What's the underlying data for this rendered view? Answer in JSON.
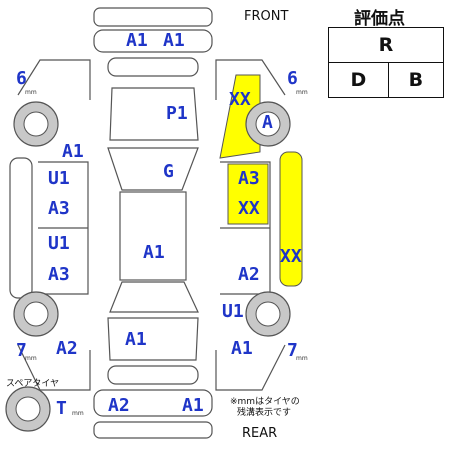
{
  "header": {
    "front": "FRONT",
    "rear": "REAR"
  },
  "grade": {
    "title": "評価点",
    "overall": "R",
    "interior": "D",
    "exterior": "B"
  },
  "tread": {
    "front_left": "6",
    "front_right": "6",
    "rear_left": "7",
    "rear_right": "7",
    "unit": "mm",
    "spare_label": "スペアタイヤ",
    "spare_value": "T"
  },
  "note": {
    "line1": "※mmはタイヤの",
    "line2": "残溝表示です"
  },
  "damage": {
    "front_bumper_left": "A1",
    "front_bumper_right": "A1",
    "windshield_right": "XX",
    "hood": "P1",
    "right_front_fender": "A",
    "left_front_fender": "A1",
    "roof_front": "G",
    "left_front_door_upper": "U1",
    "left_front_door_lower": "A3",
    "right_front_door_upper": "A3",
    "right_front_door_lower": "XX",
    "right_rocker": "XX",
    "left_rear_door_upper": "U1",
    "left_rear_door_lower": "A3",
    "roof": "A1",
    "right_rear_door": "A2",
    "right_rear_fender_upper": "U1",
    "left_rear_fender": "A2",
    "trunk": "A1",
    "right_rear_fender": "A1",
    "rear_bumper_left": "A2",
    "rear_bumper_right": "A1"
  },
  "colors": {
    "highlight": "#ffff00",
    "label": "#1f35c8",
    "outline": "#555555"
  }
}
